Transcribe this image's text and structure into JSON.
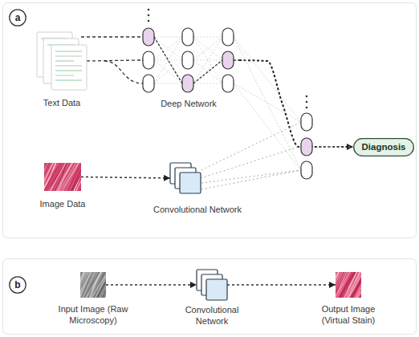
{
  "diagram": {
    "nodes": [
      {
        "text": [
          "a"
        ]
      },
      {
        "text": [
          "Text Data"
        ]
      },
      {
        "text": [
          "Deep Network"
        ]
      },
      {
        "text": [
          "Diagnosis"
        ]
      },
      {
        "text": [
          "Image Data"
        ]
      },
      {
        "text": [
          "Convolutional Network"
        ]
      },
      {
        "text": [
          "b"
        ]
      },
      {
        "text": [
          "Input Image (Raw Microscopy)"
        ]
      },
      {
        "text": [
          "Convolutional Network"
        ]
      },
      {
        "text": [
          "Output Image (Virtual Stain)"
        ]
      }
    ],
    "edges": [
      {
        "from": 1,
        "to": 2,
        "arrow": "none"
      },
      {
        "from": 2,
        "to": 3,
        "arrow": "to"
      },
      {
        "from": 4,
        "to": 5,
        "arrow": "to"
      },
      {
        "from": 5,
        "to": 3,
        "arrow": "none"
      },
      {
        "from": 7,
        "to": 8,
        "arrow": "to"
      },
      {
        "from": 8,
        "to": 9,
        "arrow": "to"
      }
    ]
  }
}
